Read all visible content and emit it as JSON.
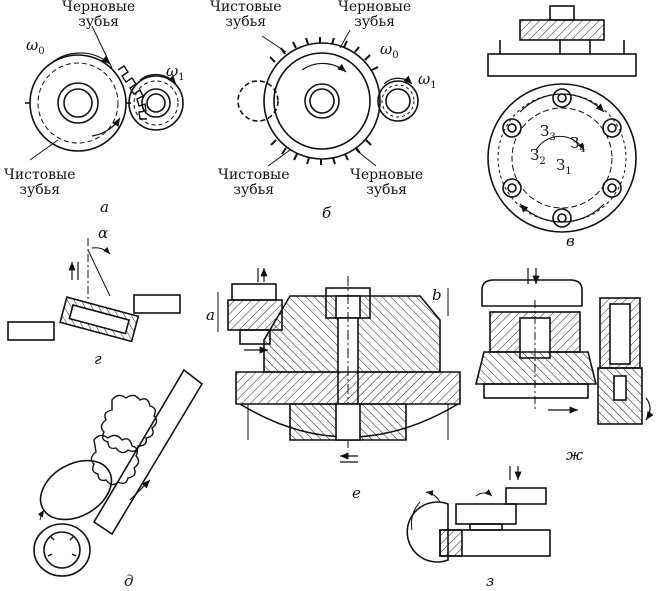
{
  "labels": {
    "rough_teeth": "Черновые зубья",
    "rough_teeth_word1": "Черновые",
    "rough_teeth_word2": "зубья",
    "finish_teeth_word1": "Чистовые",
    "finish_teeth_word2": "зубья",
    "omega": "ω",
    "sub0": "0",
    "sub1": "1",
    "z": "З",
    "z_subs": [
      "1",
      "2",
      "3",
      "4"
    ],
    "alpha": "α",
    "a": "a",
    "b": "b"
  },
  "captions": {
    "a": "а",
    "b": "б",
    "v": "в",
    "g": "г",
    "d": "д",
    "e": "е",
    "zh": "ж",
    "z": "з"
  }
}
